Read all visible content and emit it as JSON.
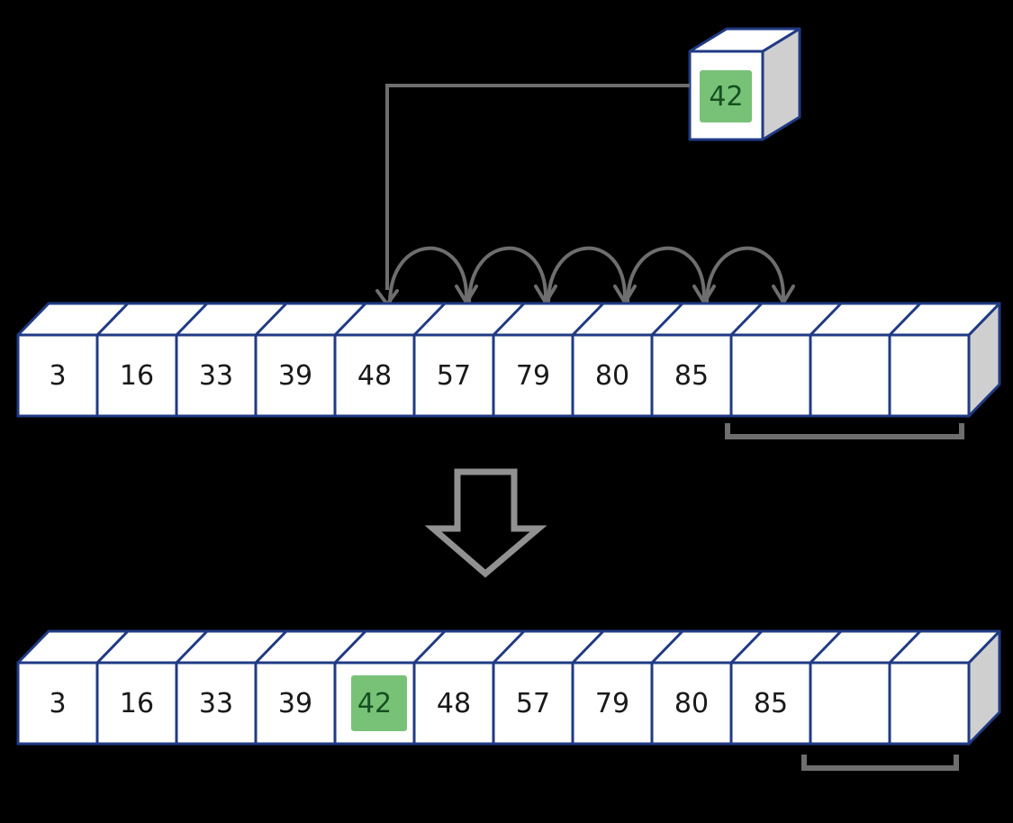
{
  "diagram": {
    "title": "Array insertion of value 42 into a sorted array",
    "colors": {
      "background": "#000000",
      "cell_border": "#203a84",
      "cell_face": "#ffffff",
      "side_face": "#cfcfcf",
      "arrow_gray": "#6e6e6e",
      "highlight_green": "#78c278",
      "highlight_text": "#17501f",
      "cell_text": "#1a1a1a"
    },
    "incoming_value": {
      "label": "42",
      "shape": "cube",
      "highlighted": true
    },
    "connector": {
      "name": "connector-line",
      "description": "elbow line from cube to insertion point"
    },
    "shift_arrows": {
      "name": "shift-arrows",
      "count": 5,
      "description": "loop arrows shifting elements one slot right"
    },
    "transition_arrow": {
      "name": "down-arrow",
      "description": "outlined gray arrow pointing down"
    },
    "arrays": [
      {
        "name": "array-before",
        "capacity": 12,
        "cells": [
          "3",
          "16",
          "33",
          "39",
          "48",
          "57",
          "79",
          "80",
          "85",
          "",
          "",
          ""
        ],
        "highlighted_index": null,
        "free_bracket": {
          "name": "free-space-bracket-before",
          "start_index": 9,
          "end_index": 11,
          "label": ""
        }
      },
      {
        "name": "array-after",
        "capacity": 12,
        "cells": [
          "3",
          "16",
          "33",
          "39",
          "42",
          "48",
          "57",
          "79",
          "80",
          "85",
          "",
          ""
        ],
        "highlighted_index": 4,
        "free_bracket": {
          "name": "free-space-bracket-after",
          "start_index": 10,
          "end_index": 11,
          "label": ""
        }
      }
    ]
  }
}
